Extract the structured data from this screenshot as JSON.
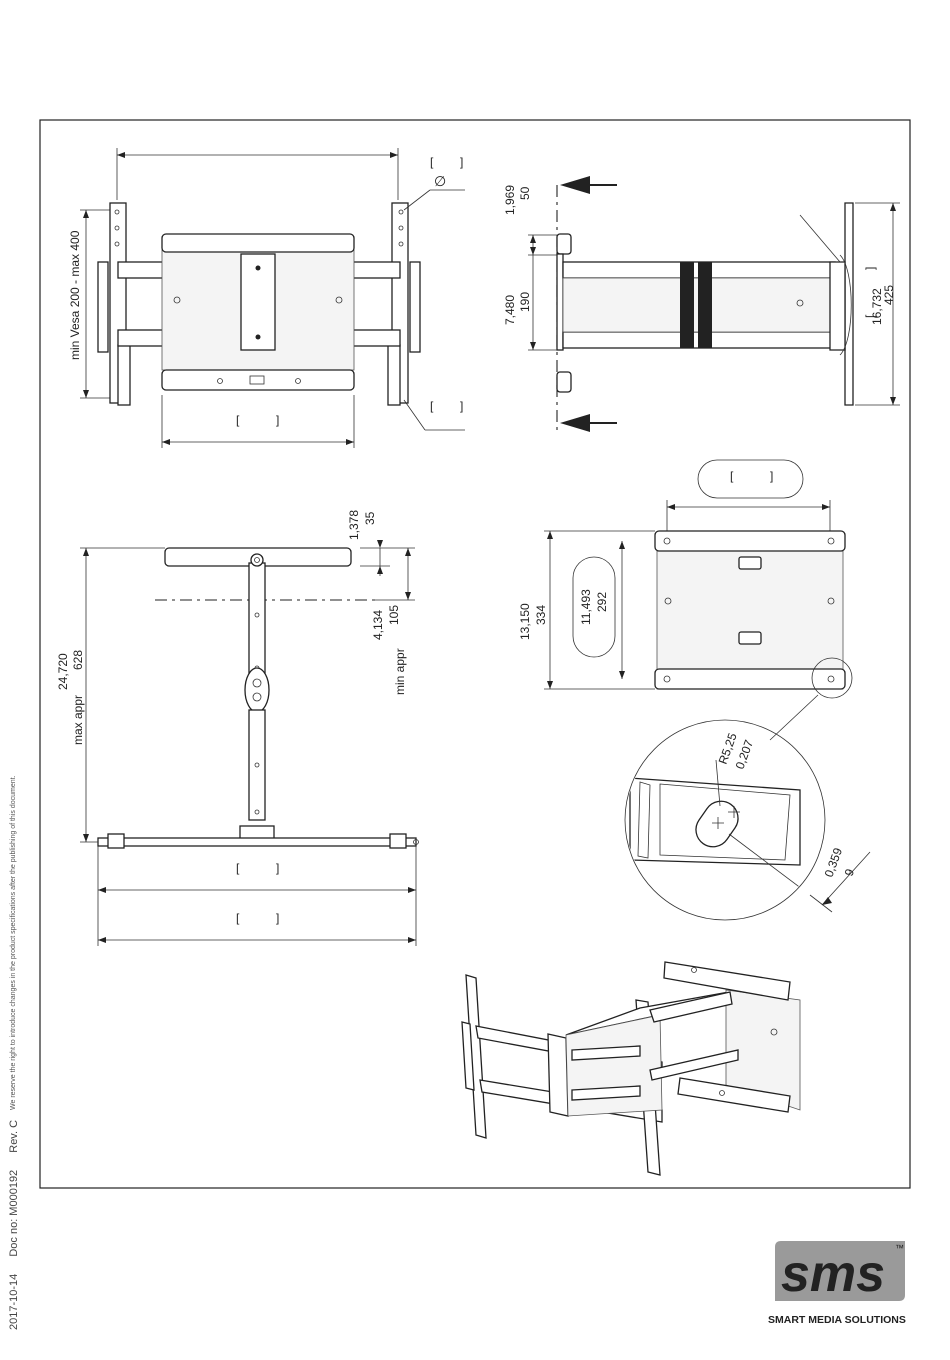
{
  "document": {
    "date": "2017-10-14",
    "doc_no": "Doc no: M000192",
    "revision": "Rev. C",
    "disclaimer": "We reserve the right to introduce changes in the product specifications after the publishing of this document."
  },
  "brand": {
    "logo_text": "sms",
    "trademark": "™",
    "tagline": "SMART MEDIA SOLUTIONS",
    "colors": {
      "logo_fill": "#9a9a9a",
      "line": "#222222"
    }
  },
  "front_view": {
    "vesa_label": "min Vesa 200 - max 400",
    "diameter_symbol": "∅",
    "bracket_open": "[",
    "bracket_close": "]"
  },
  "side_view": {
    "dim_top_in": "1,969",
    "dim_top_mm": "50",
    "dim_mid_in": "7,480",
    "dim_mid_mm": "190",
    "dim_height_in": "16,732",
    "dim_height_mm": "425"
  },
  "top_view": {
    "dim_plate_in": "1,378",
    "dim_plate_mm": "35",
    "dim_min_in": "4,134",
    "dim_min_mm": "105",
    "min_label": "min appr",
    "dim_max_in": "24,720",
    "dim_max_mm": "628",
    "max_label": "max appr"
  },
  "wall_plate_view": {
    "dim_outer_in": "13,150",
    "dim_outer_mm": "334",
    "dim_inner_in": "11,493",
    "dim_inner_mm": "292"
  },
  "detail_view": {
    "radius_in": "0,207",
    "radius_mm": "R5,25",
    "slot_in": "0,359",
    "slot_mm": "9"
  }
}
